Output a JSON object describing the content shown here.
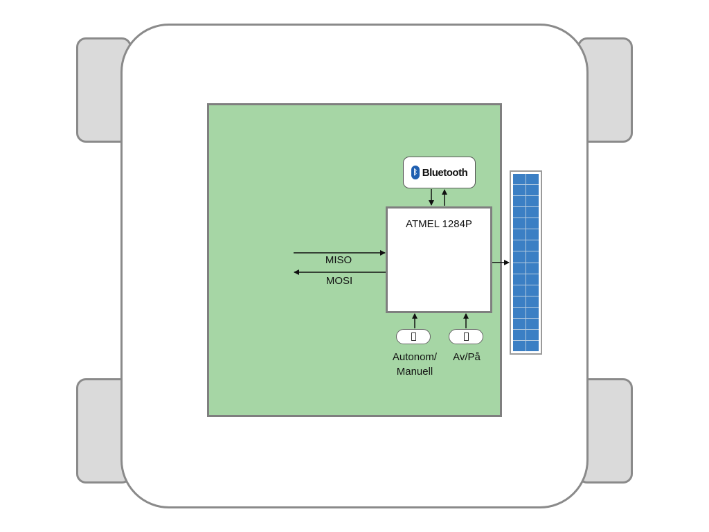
{
  "mcu": {
    "label": "ATMEL 1284P"
  },
  "bluetooth": {
    "label": "Bluetooth",
    "icon": "bluetooth-icon"
  },
  "signals": {
    "miso": "MISO",
    "mosi": "MOSI"
  },
  "switches": {
    "mode": {
      "label_line1": "Autonom/",
      "label_line2": "Manuell"
    },
    "power": {
      "label": "Av/På"
    }
  },
  "colors": {
    "board": "#a6d6a5",
    "display": "#3b7fc4",
    "wheel": "#dadada",
    "outline": "#8a8a8a"
  }
}
